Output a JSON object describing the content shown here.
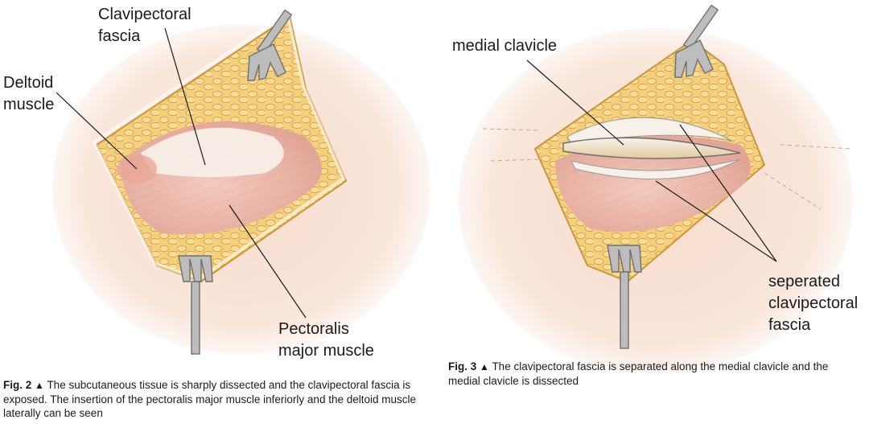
{
  "figures": [
    {
      "id": "fig2",
      "labels": {
        "clavipectoral_fascia": "Clavipectoral\nfascia",
        "deltoid_muscle": "Deltoid\nmuscle",
        "pectoralis_major": "Pectoralis\nmajor muscle"
      },
      "caption": {
        "number": "Fig. 2",
        "marker": "▲",
        "text": "The subcutaneous tissue is sharply dissected and the clavipectoral fascia is exposed. The insertion of the pectoralis major muscle inferiorly and the deltoid muscle laterally can be seen"
      }
    },
    {
      "id": "fig3",
      "labels": {
        "medial_clavicle": "medial clavicle",
        "separated_fascia": "seperated\nclavipectoral\nfascia"
      },
      "caption": {
        "number": "Fig. 3",
        "marker": "▲",
        "text": "The clavipectoral fascia is separated along the medial clavicle and the medial clavicle is dissected"
      }
    }
  ],
  "colors": {
    "skin": "#f6dccd",
    "fat": "#f3cf7a",
    "fat_outline": "#c99a3a",
    "muscle": "#eab4a6",
    "fascia": "#f7f1ea",
    "retractor": "#b9b9b9"
  }
}
